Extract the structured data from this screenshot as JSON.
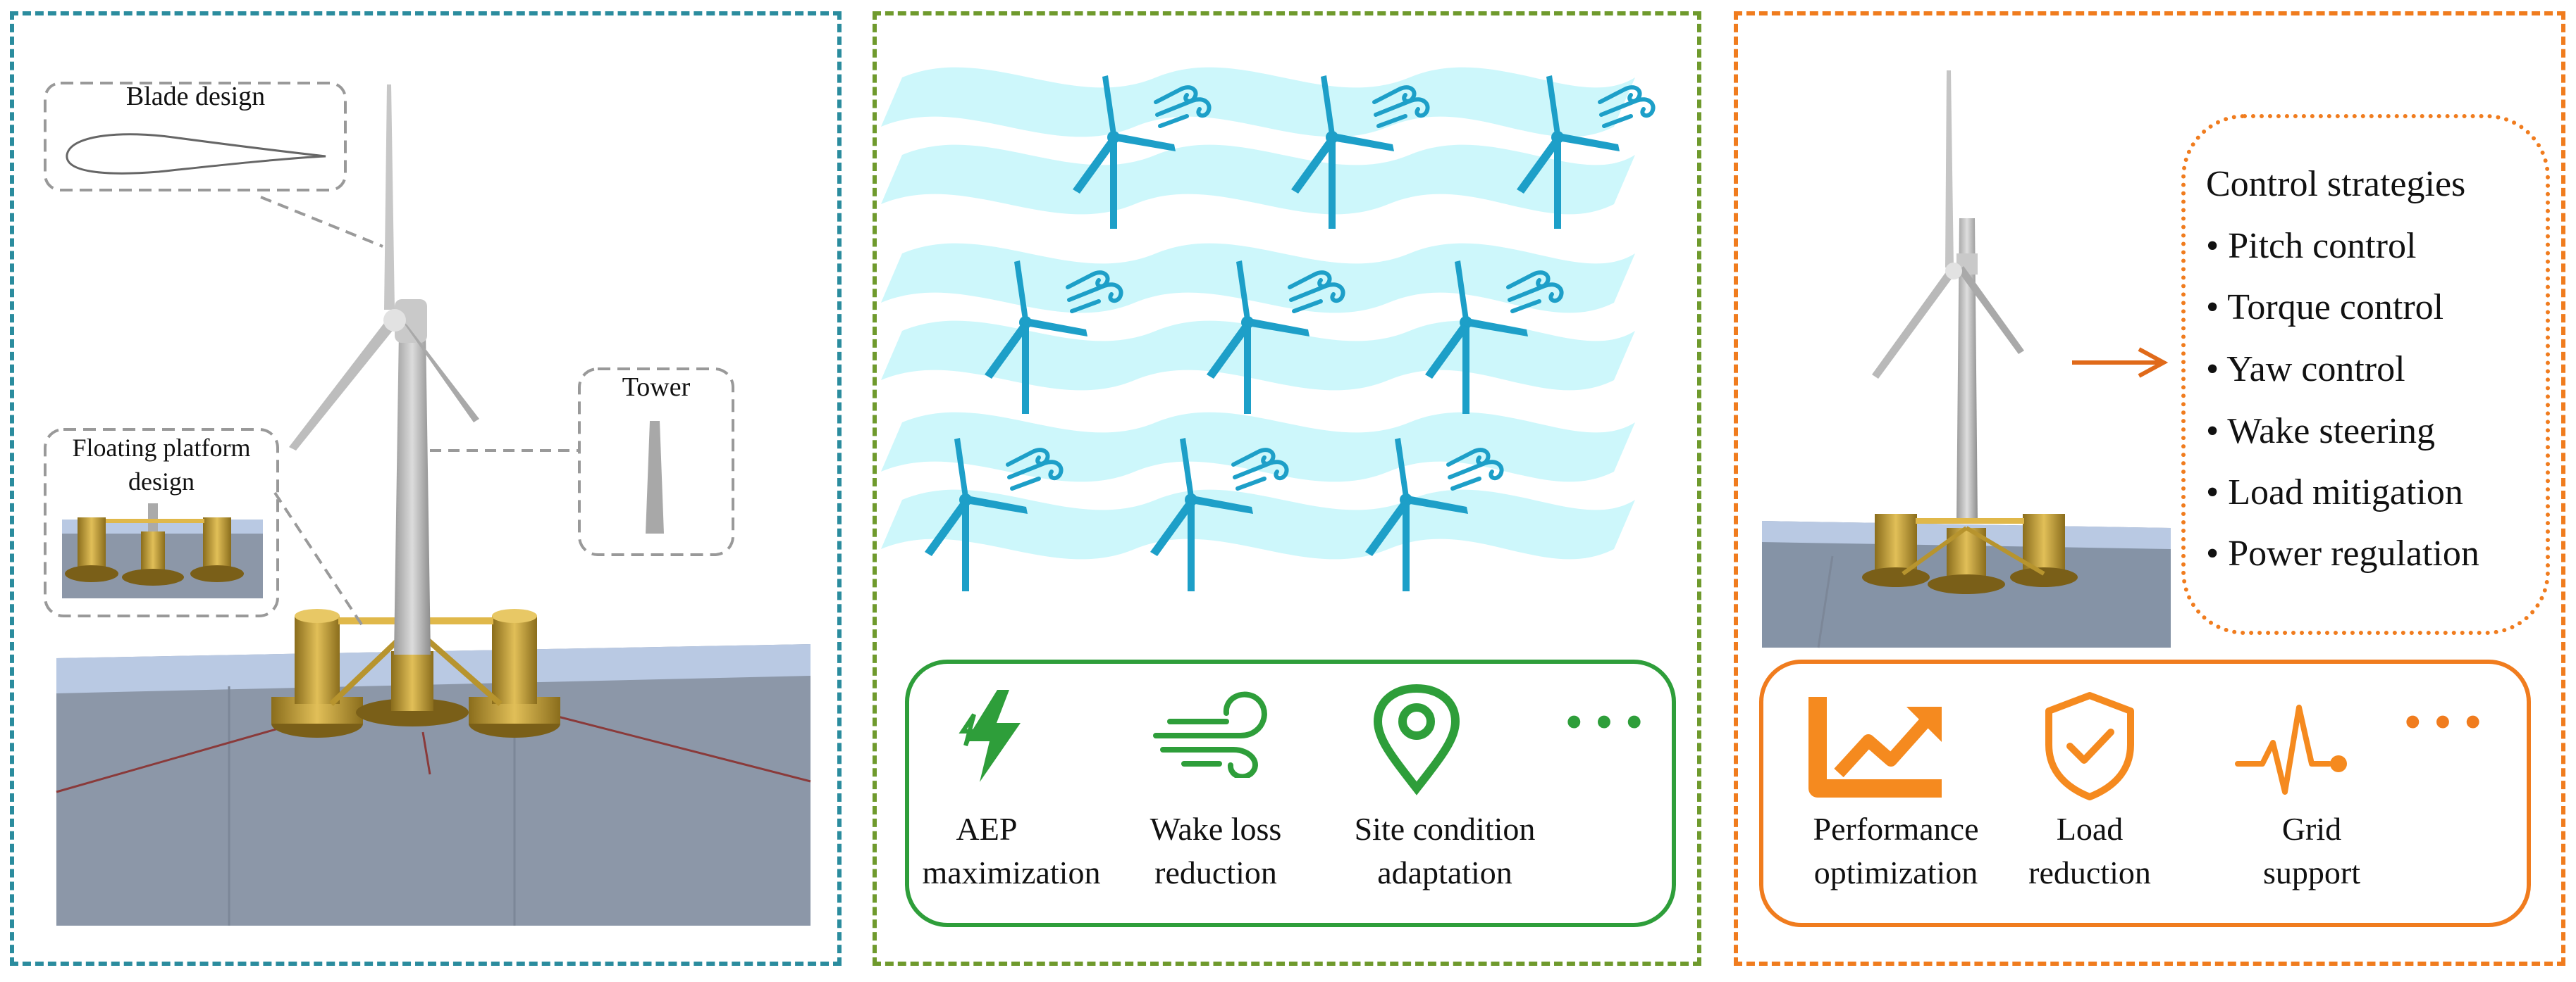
{
  "panels": {
    "design": {
      "callouts": {
        "blade": "Blade design",
        "tower": "Tower",
        "platform_line1": "Floating platform",
        "platform_line2": "design"
      }
    },
    "layout": {
      "objectives": [
        {
          "icon": "lightning-icon",
          "line1": "AEP",
          "line2": "maximization"
        },
        {
          "icon": "wind-icon",
          "line1": "Wake loss",
          "line2": "reduction"
        },
        {
          "icon": "location-pin-icon",
          "line1": "Site condition",
          "line2": "adaptation"
        }
      ],
      "more": "···"
    },
    "control": {
      "title": "Control strategies",
      "strategies": [
        "• Pitch control",
        "• Torque control",
        "• Yaw control",
        "• Wake steering",
        "• Load mitigation",
        "• Power regulation"
      ],
      "objectives": [
        {
          "icon": "trend-chart-icon",
          "line1": "Performance",
          "line2": "optimization"
        },
        {
          "icon": "shield-check-icon",
          "line1": "Load",
          "line2": "reduction"
        },
        {
          "icon": "pulse-icon",
          "line1": "Grid",
          "line2": "support"
        }
      ],
      "more": "···"
    }
  },
  "colors": {
    "design_border": "#2b8c9e",
    "layout_border": "#6f9a2d",
    "control_border": "#f07c1e",
    "turbine_icon": "#1d9fc8",
    "wave": "#cdf7fb",
    "green_accent": "#2e9e3a",
    "orange_accent": "#f58a1f",
    "pontoon": "#c9a43a",
    "sea_block": "#8593a6"
  }
}
